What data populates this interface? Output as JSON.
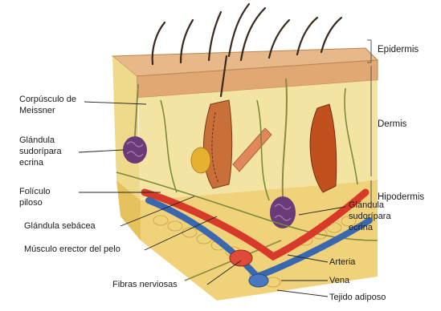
{
  "labels": {
    "epidermis": "Epidermis",
    "dermis": "Dermis",
    "hipodermis": "Hipodermis",
    "corpusculo_line1": "Corpúsculo de",
    "corpusculo_line2": "Meissner",
    "glandula_ecrina_left_line1": "Glándula",
    "glandula_ecrina_left_line2": "sudorípara",
    "glandula_ecrina_left_line3": "ecrina",
    "foliculo_line1": "Folículo",
    "foliculo_line2": "piloso",
    "glandula_sebacea": "Glándula sebácea",
    "musculo": "Músculo erector del pelo",
    "fibras": "Fibras nerviosas",
    "glandula_ecrina_right_line1": "Glándula",
    "glandula_ecrina_right_line2": "sudorípara",
    "glandula_ecrina_right_line3": "ecrina",
    "arteria": "Arteria",
    "vena": "Vena",
    "tejido": "Tejido adiposo"
  },
  "colors": {
    "epidermis": "#e8b87a",
    "dermis": "#f3e29a",
    "hypodermis": "#f0d470",
    "gland": "#6b3a78",
    "follicle": "#b8562a",
    "artery": "#d83a2a",
    "vein": "#3a68b0",
    "nerve": "#7a8a3a"
  }
}
